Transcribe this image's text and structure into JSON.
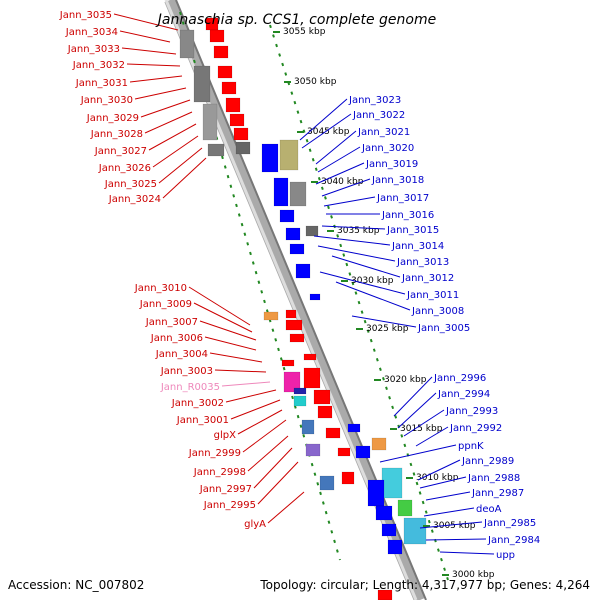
{
  "title": "Jannaschia sp. CCS1, complete genome",
  "accession_label": "Accession: NC_007802",
  "topology_label": "Topology: circular; Length: 4,317,977 bp; Genes: 4,264",
  "colors": {
    "forward_gene": "#ff0000",
    "reverse_gene": "#0000ff",
    "label_red": "#cc0000",
    "label_blue": "#0000cc",
    "label_pink": "#ee88bb",
    "backbone": "#999999",
    "tick": "#228822"
  },
  "scale_labels": [
    "3055 kbp",
    "3050 kbp",
    "3045 kbp",
    "3040 kbp",
    "3035 kbp",
    "3030 kbp",
    "3025 kbp",
    "3020 kbp",
    "3015 kbp",
    "3010 kbp",
    "3005 kbp",
    "3000 kbp"
  ],
  "left_labels": [
    "Jann_3035",
    "Jann_3034",
    "Jann_3033",
    "Jann_3032",
    "Jann_3031",
    "Jann_3030",
    "Jann_3029",
    "Jann_3028",
    "Jann_3027",
    "Jann_3026",
    "Jann_3025",
    "Jann_3024",
    "Jann_3010",
    "Jann_3009",
    "Jann_3007",
    "Jann_3006",
    "Jann_3004",
    "Jann_3003",
    "Jann_R0035",
    "Jann_3002",
    "Jann_3001",
    "glpX",
    "Jann_2999",
    "Jann_2998",
    "Jann_2997",
    "Jann_2995",
    "glyA"
  ],
  "right_labels": [
    "Jann_3023",
    "Jann_3022",
    "Jann_3021",
    "Jann_3020",
    "Jann_3019",
    "Jann_3018",
    "Jann_3017",
    "Jann_3016",
    "Jann_3015",
    "Jann_3014",
    "Jann_3013",
    "Jann_3012",
    "Jann_3011",
    "Jann_3008",
    "Jann_3005",
    "Jann_2996",
    "Jann_2994",
    "Jann_2993",
    "Jann_2992",
    "ppnK",
    "Jann_2989",
    "Jann_2988",
    "Jann_2987",
    "deoA",
    "Jann_2985",
    "Jann_2984",
    "upp"
  ]
}
